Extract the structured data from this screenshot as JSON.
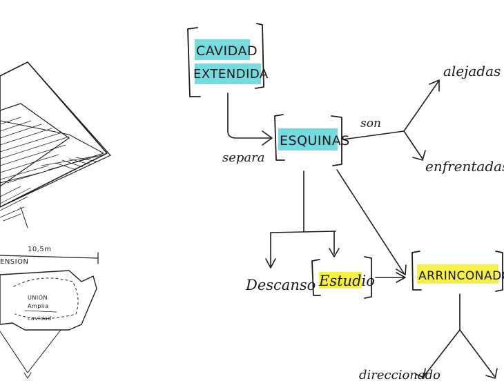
{
  "colors": {
    "ink": "#1c1c1c",
    "cyan_highlight": "#5fd3d8",
    "yellow_highlight": "#f7f04a",
    "background": "#ffffff"
  },
  "sketch": {
    "dimension": "10,5m",
    "dimension_caption": "ENSIÓN",
    "plan_note": [
      "UNIÓN",
      "Amplia",
      "cavidad"
    ]
  },
  "map": {
    "cavidad_box": [
      "CAVIDAD",
      "EXTENDIDA"
    ],
    "edge_separa": "separa",
    "esquinas_box": "ESQUINAS",
    "edge_son": "son",
    "alejadas": "alejadas",
    "enfrentadas": "enfrentadas",
    "descanso": "Descanso",
    "estudio_box": "Estudio",
    "arrinconado_box": "ARRINCONADO",
    "direccionado": "direccionado"
  }
}
